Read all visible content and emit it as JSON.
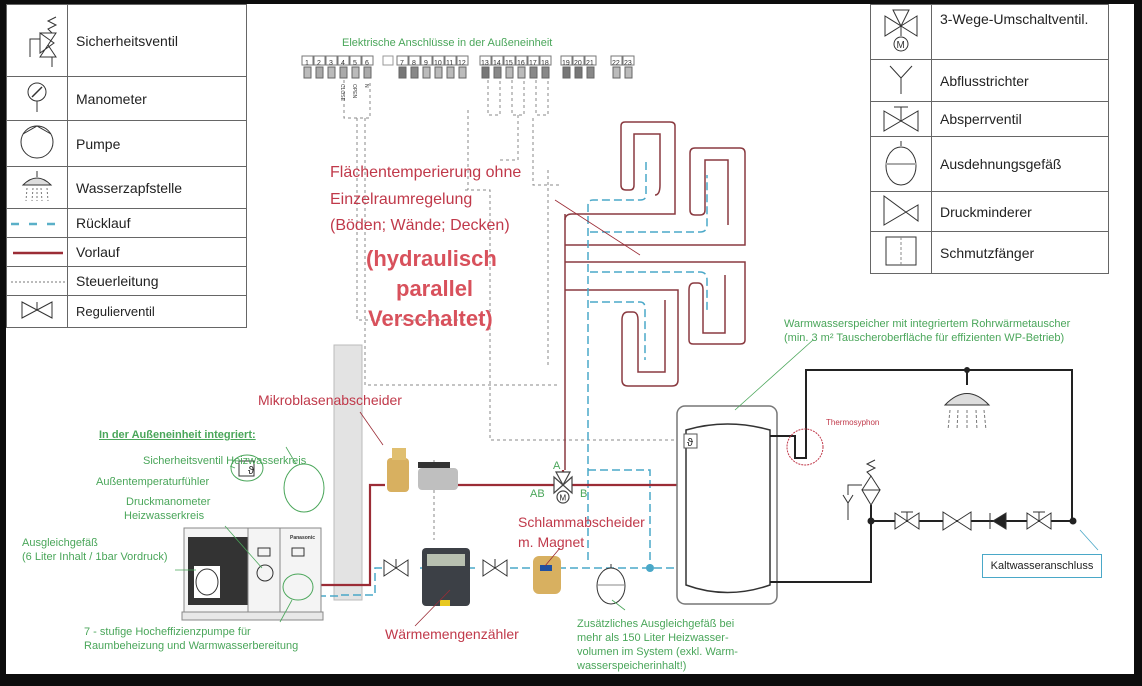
{
  "legend_left": [
    {
      "icon": "safety-valve-icon",
      "label": "Sicherheitsventil"
    },
    {
      "icon": "pressure-gauge-icon",
      "label": "Manometer"
    },
    {
      "icon": "pump-icon",
      "label": "Pumpe"
    },
    {
      "icon": "water-tap-icon",
      "label": "Wasserzapfstelle"
    },
    {
      "icon": "return-line-icon",
      "label": "Rücklauf"
    },
    {
      "icon": "supply-line-icon",
      "label": "Vorlauf"
    },
    {
      "icon": "control-line-icon",
      "label": "Steuerleitung"
    },
    {
      "icon": "regulating-valve-icon",
      "label": "Regulierventil"
    }
  ],
  "legend_right": [
    {
      "icon": "three-way-valve-icon",
      "label": "3-Wege-Umschaltventil."
    },
    {
      "icon": "drain-funnel-icon",
      "label": "Abflusstrichter"
    },
    {
      "icon": "shutoff-valve-icon",
      "label": "Absperrventil"
    },
    {
      "icon": "expansion-vessel-icon",
      "label": "Ausdehnungsgefäß"
    },
    {
      "icon": "pressure-reducer-icon",
      "label": "Druckminderer"
    },
    {
      "icon": "dirt-trap-icon",
      "label": "Schmutzfänger"
    }
  ],
  "terminals": {
    "title": "Elektrische Anschlüsse in der Außeneinheit",
    "numbers": [
      "1",
      "2",
      "3",
      "4",
      "5",
      "6",
      "7",
      "8",
      "9",
      "10",
      "11",
      "12",
      "13",
      "14",
      "15",
      "16",
      "17",
      "18",
      "19",
      "20",
      "21",
      "22",
      "23"
    ],
    "wire_labels": [
      "CLOSE",
      "OPEN",
      "N"
    ]
  },
  "floor_heating": {
    "line1": "Flächentemperierung ohne",
    "line2": "Einzelraumregelung",
    "line3": "(Böden; Wände; Decken)",
    "note1": "(hydraulisch",
    "note2": "parallel",
    "note3": "Verschaltet)"
  },
  "storage_tank": {
    "line1": "Warmwasserspeicher mit integriertem Rohrwärmetauscher",
    "line2": "(min. 3 m² Tauscheroberfläche für effizienten WP-Betrieb)",
    "thermosyphon": "Thermosyphon",
    "sensor_symbol": "ϑ"
  },
  "components": {
    "micro_bubble": "Mikroblasenabscheider",
    "sludge_line1": "Schlammabscheider",
    "sludge_line2": "m. Magnet",
    "heat_meter": "Wärmemengenzähler",
    "valve_a": "A",
    "valve_ab": "AB",
    "valve_b": "B",
    "motor": "M",
    "cold_water": "Kaltwasseranschluss"
  },
  "outdoor_unit": {
    "heading": "In der Außeneinheit integriert:",
    "safety_valve": "Sicherheitsventil Heizwasserkreis",
    "outdoor_sensor": "Außentemperaturfühler",
    "gauge_line1": "Druckmanometer",
    "gauge_line2": "Heizwasserkreis",
    "vessel_line1": "Ausgleichgefäß",
    "vessel_line2": "(6 Liter Inhalt / 1bar Vordruck)",
    "pump_line1": "7 - stufige Hocheffizienzpumpe für",
    "pump_line2": "Raumbeheizung und Warmwasserbereitung",
    "brand": "Panasonic",
    "sensor_symbol": "ϑ"
  },
  "extra_vessel": {
    "line1": "Zusätzliches Ausgleichgefäß bei",
    "line2": "mehr als 150 Liter Heizwasser-",
    "line3": "volumen im System (exkl. Warm-",
    "line4": "wasserspeicherinhalt!)"
  },
  "colors": {
    "supply": "#9b2c36",
    "return": "#4aa8c8",
    "control": "#888888",
    "annotation_green": "#4aa65a",
    "annotation_red": "#c0394a"
  }
}
